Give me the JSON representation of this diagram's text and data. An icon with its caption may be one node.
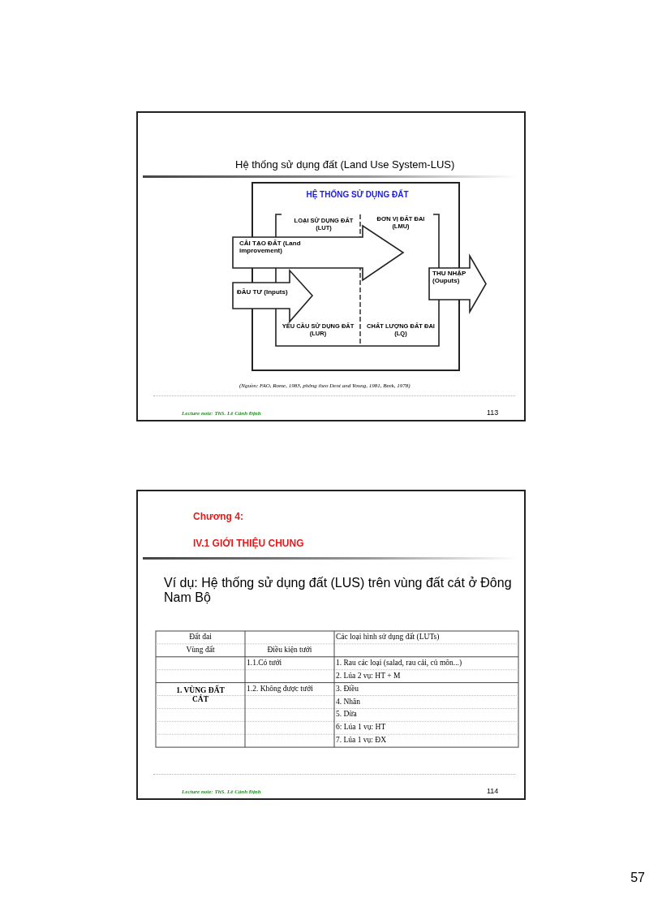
{
  "diagram": {
    "nodes": [
      {
        "text": [
          "Hệ thống sử dụng đất (Land Use System-LUS)",
          "(Nguồn: FAO, Rome, 1983, phỏng theo Dent and Young, 1981, Beek, 1978)",
          "Lecture note: ThS. Lê Cảnh Định",
          "113"
        ]
      },
      {
        "text": [
          "HỆ THỐNG SỬ DỤNG ĐẤT"
        ],
        "in": 0
      },
      {
        "text": [
          "LOẠI SỬ DỤNG ĐẤT (LUT)",
          "ĐƠN VỊ ĐẤT ĐAI (LMU)",
          "YÊU CẦU SỬ DỤNG ĐẤT (LUR)",
          "CHẤT LƯỢNG ĐẤT ĐAI (LQ)"
        ],
        "in": 1
      },
      {
        "text": [
          "CẢI TẠO ĐẤT (Land improvement)"
        ],
        "in": 0
      },
      {
        "text": [
          "ĐẦU TƯ (Inputs)"
        ],
        "in": 0
      },
      {
        "text": [
          "THU NHẬP (Ouputs)"
        ],
        "in": 0
      },
      {
        "text": [
          "Chương 4:",
          "IV.1 GIỚI THIỆU CHUNG",
          "Ví dụ: Hệ thống sử dụng đất (LUS) trên vùng đất cát ở Đông Nam Bộ",
          "Lecture note: ThS. Lê Cảnh Định",
          "114"
        ]
      }
    ],
    "labels": [
      "Đất đai",
      "Các loại hình sử dụng đất (LUTs)",
      "Vùng đất",
      "Điều kiện tưới",
      "1.1.Có tưới",
      "1. Rau các loại (salad, rau cải, củ môn...)",
      "2. Lúa 2 vụ: HT + M",
      "1. VÙNG ĐẤT CÁT",
      "1.2. Không được tưới",
      "3. Điều",
      "4. Nhãn",
      "5. Dừa",
      "6: Lúa 1 vụ: HT",
      "7. Lúa 1 vụ: ĐX",
      "57"
    ]
  }
}
